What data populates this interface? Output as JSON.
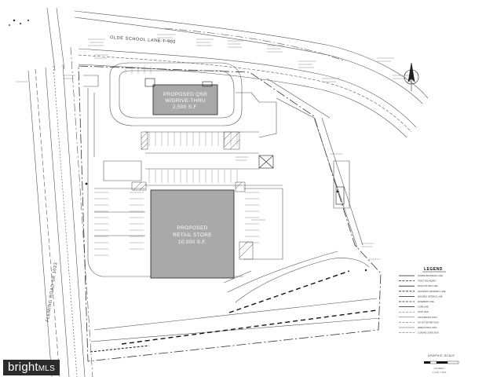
{
  "road_label": "OLDE SCHOOL LANE T-902",
  "side_road_label": "FLEMING ROAD SR 1023",
  "qsr": {
    "line1": "PROPOSED QSR",
    "line2": "W/DRIVE-THRU",
    "line3": "2,500 S.F."
  },
  "retail": {
    "line1": "PROPOSED",
    "line2": "RETAIL STORE",
    "line3": "10,000 S.F."
  },
  "legend": {
    "title": "LEGEND",
    "items": [
      "ZONING BOUNDARY LINE",
      "TRACT BOUNDARY",
      "RIGHT-OF-WAY LINE",
      "ADJOINING PROPERTY LINE",
      "BUILDING SETBACK LINE",
      "EASEMENT LINE",
      "CURB LINE",
      "STOP SIGN",
      "ADA PARKING SIGN",
      "DO NOT ENTER SIGN",
      "DIRECTIONAL SIGN",
      "LOADING ZONE SIGN"
    ]
  },
  "graphic_scale": {
    "title": "GRAPHIC SCALE",
    "units": "( IN FEET )",
    "ratio": "1 inch = 30 ft."
  },
  "watermark": {
    "brand": "bright",
    "suffix": "MLS"
  },
  "colors": {
    "building_fill": "#a9a9a9",
    "line_dark": "#222222",
    "watermark_bg": "#2b2b2b"
  },
  "icons": {
    "north_arrow": "north-arrow-icon"
  }
}
